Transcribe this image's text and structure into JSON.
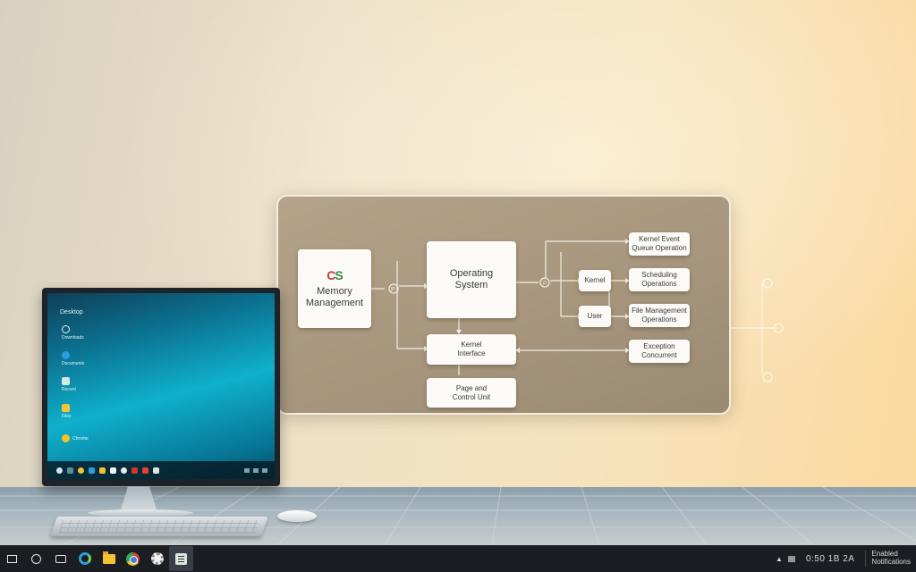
{
  "diagram": {
    "memory_management": {
      "logo": "CS",
      "label": "Memory\nManagement"
    },
    "operating_system": {
      "label": "Operating\nSystem"
    },
    "kernel_interface": {
      "label": "Kernel\nInterface"
    },
    "page_control": {
      "label": "Page and\nControl Unit"
    },
    "kernel": {
      "label": "Kernel"
    },
    "user": {
      "label": "User"
    },
    "right_1": {
      "label": "Kernel Event\nQueue Operation"
    },
    "right_2": {
      "label": "Scheduling\nOperations"
    },
    "right_3": {
      "label": "File Management\nOperations"
    },
    "right_4": {
      "label": "Exception\nConcurrent"
    },
    "connector_small": "P",
    "connector_join": "P"
  },
  "desktop_screen": {
    "title": "Desktop",
    "icons": [
      {
        "label": "Downloads",
        "icon": "download-icon",
        "color": "#e8f4f7"
      },
      {
        "label": "Documents",
        "icon": "edge-icon",
        "color": "#2a9fe0"
      },
      {
        "label": "Recent",
        "icon": "app-icon",
        "color": "#d7e6e1"
      },
      {
        "label": "Files",
        "icon": "folder-icon",
        "color": "#f4c233"
      },
      {
        "label": "Chrome",
        "icon": "chrome-icon",
        "color": "#f7c325"
      }
    ]
  },
  "taskbar": {
    "clock": "0:50  1B  2A",
    "notification_line1": "Enabled",
    "notification_line2": "Notifications"
  },
  "colors": {
    "panel": "#a7967d",
    "taskbar": "#1a1d22",
    "screen_accent": "#0fb0cc"
  }
}
